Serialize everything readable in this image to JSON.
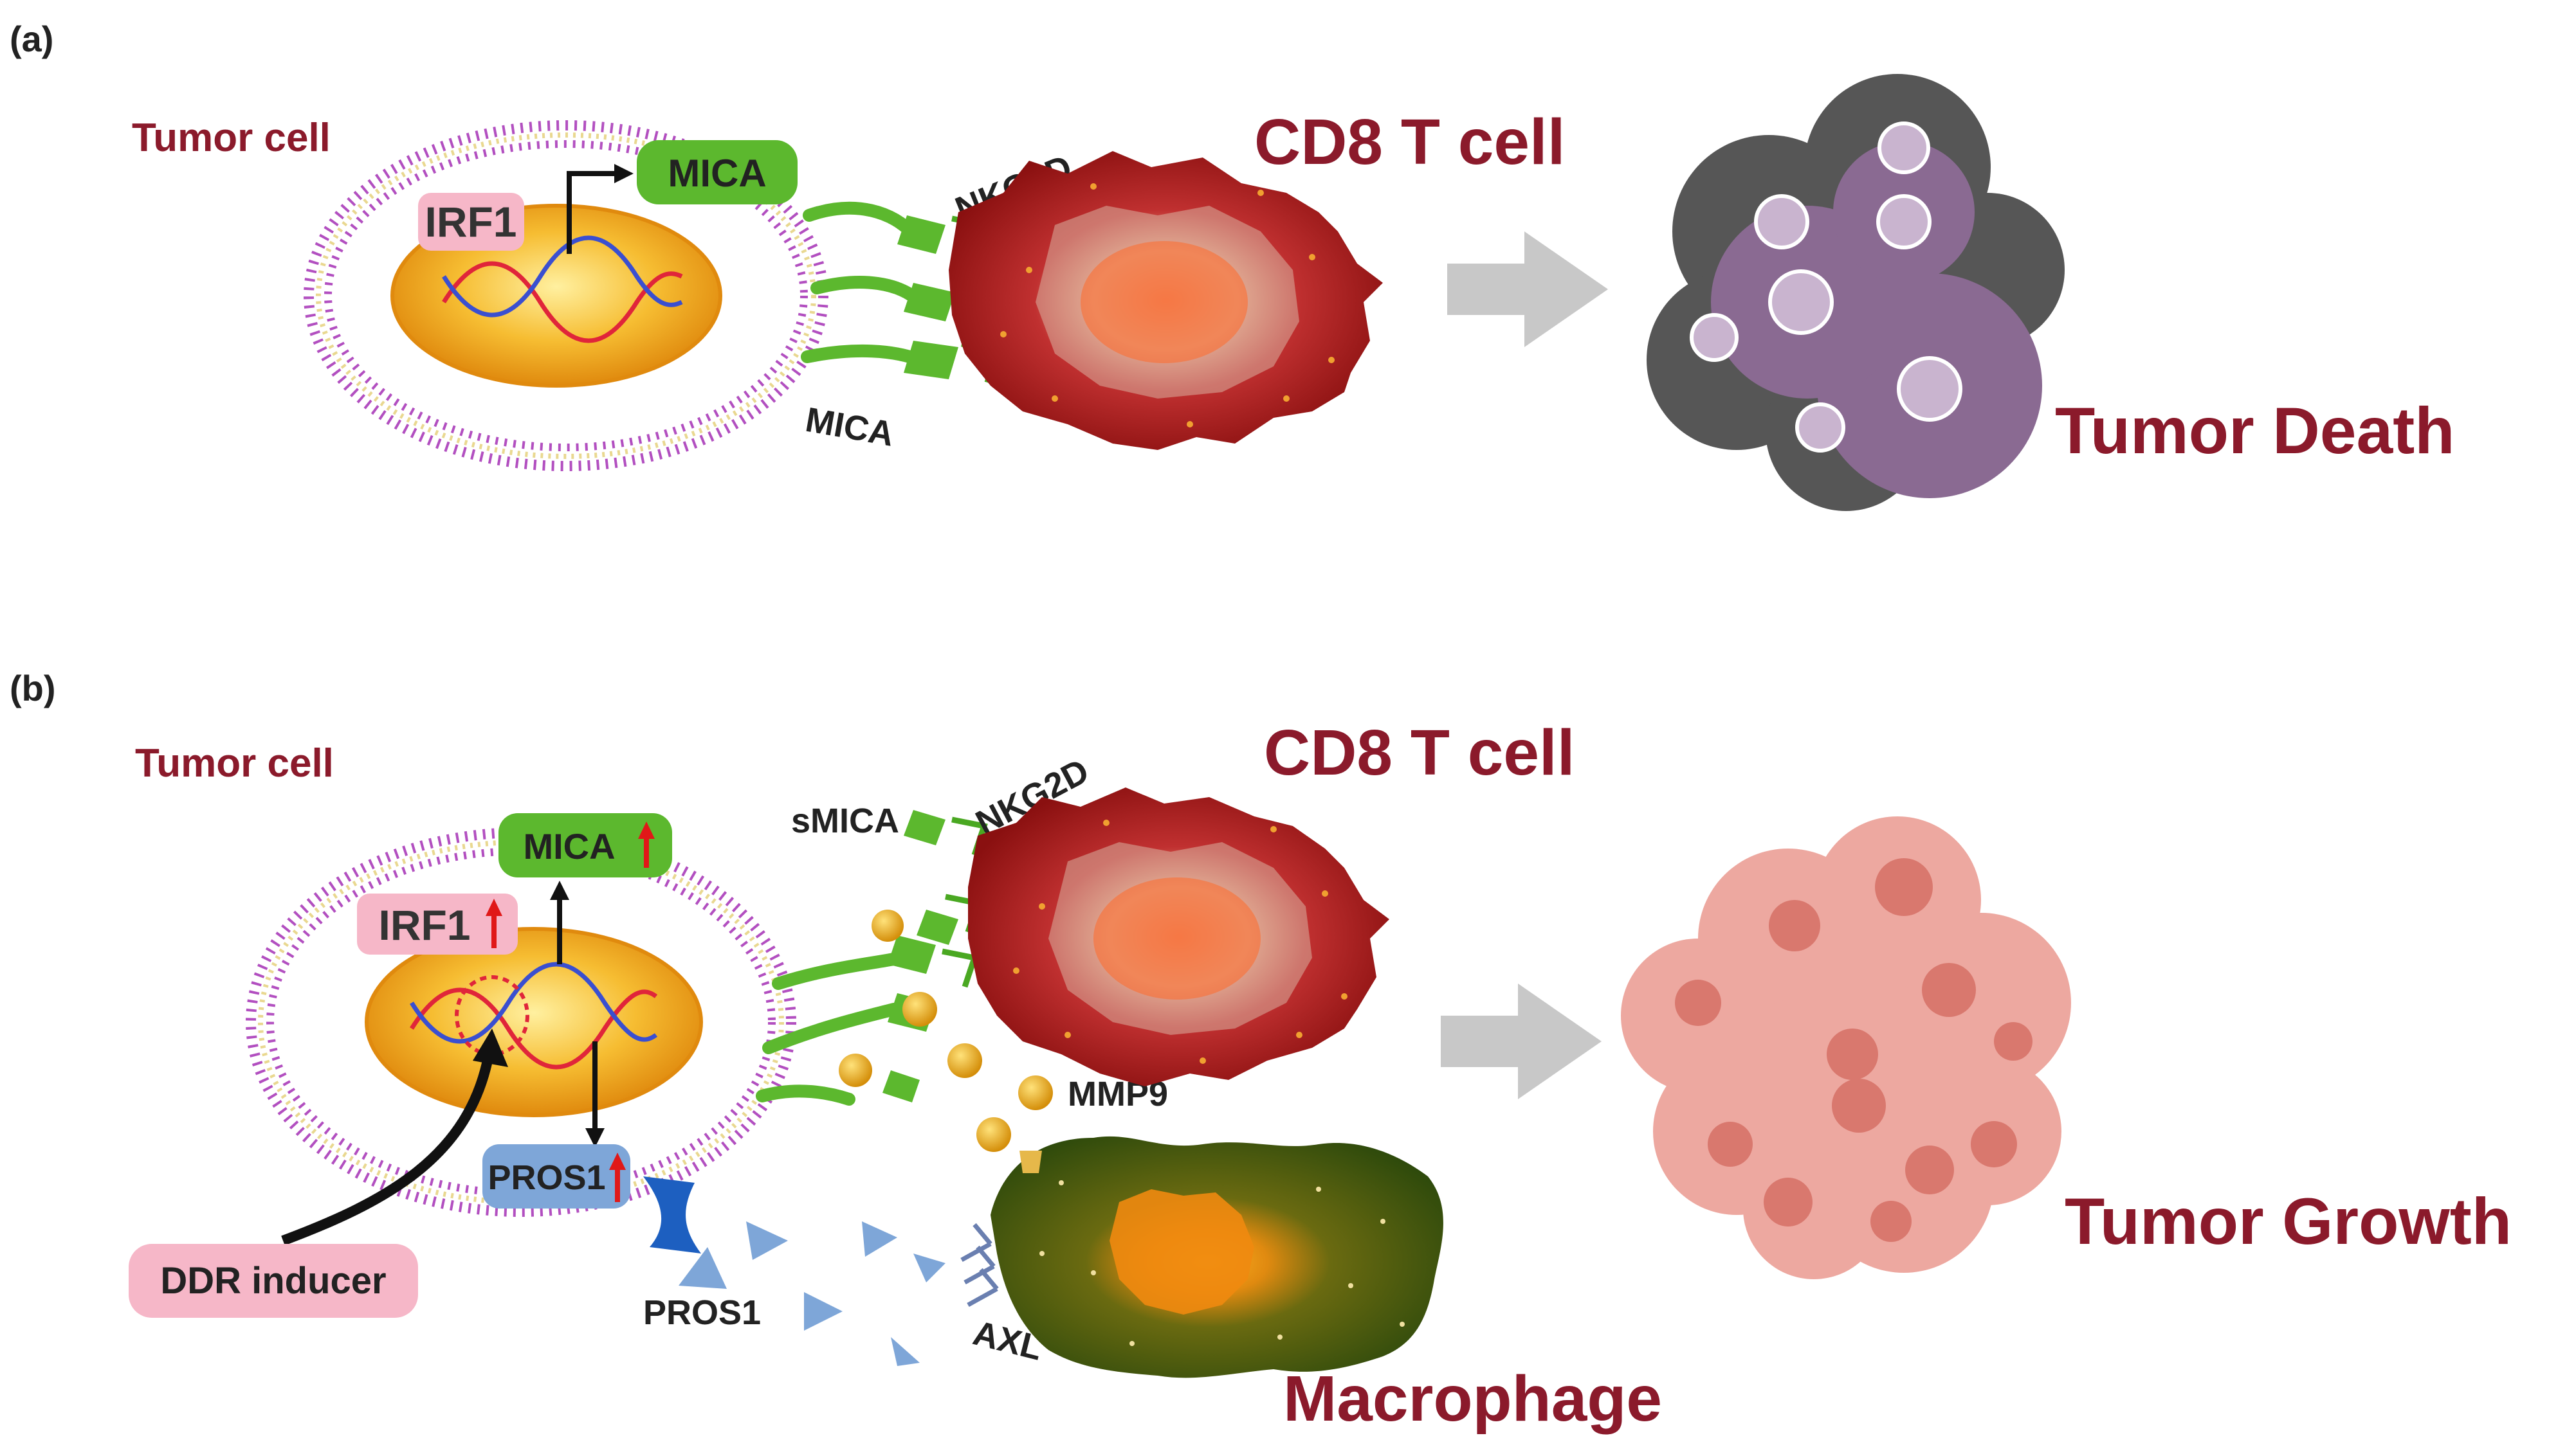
{
  "panel_a": {
    "panel_label": "(a)",
    "tumor_cell_label": "Tumor cell",
    "irf1_label": "IRF1",
    "mica_box_label": "MICA",
    "nkg2d_label": "NKG2D",
    "mica_receptor_label": "MICA",
    "cd8_label": "CD8 T cell",
    "outcome_label": "Tumor Death"
  },
  "panel_b": {
    "panel_label": "(b)",
    "tumor_cell_label": "Tumor cell",
    "irf1_label": "IRF1",
    "mica_box_label": "MICA",
    "pros1_box_label": "PROS1",
    "ddr_label": "DDR inducer",
    "smica_label": "sMICA",
    "nkg2d_label": "NKG2D",
    "mmp9_label": "MMP9",
    "pros1_ligand_label": "PROS1",
    "axl_label": "AXL",
    "cd8_label": "CD8 T cell",
    "macrophage_label": "Macrophage",
    "outcome_label": "Tumor Growth"
  },
  "colors": {
    "label_red": "#8b1a2b",
    "mica_green": "#5cb82e",
    "pros1_blue": "#7ea6d8",
    "irf1_pink": "#f6b7c8",
    "ddr_pink": "#f6b7c8",
    "membrane_purple": "#b24fc0",
    "nucleus_orange": "#f2a21a",
    "tcell_red": "#a01818",
    "macrophage_green": "#3d5a12",
    "mmp9_gold": "#e8a91a",
    "dead_cell_gray": "#565656",
    "dead_cell_purple": "#8a6a92",
    "growth_pink": "#eda8a0",
    "arrow_gray": "#c8c8c8"
  }
}
